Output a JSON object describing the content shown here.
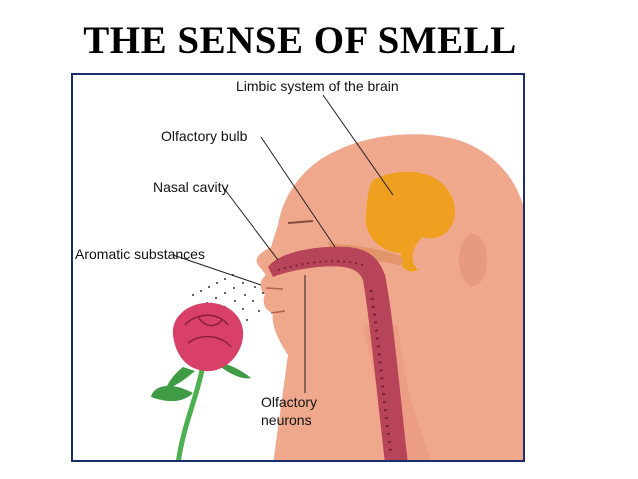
{
  "title": "THE SENSE OF SMELL",
  "labels": {
    "limbic": "Limbic system of the brain",
    "bulb": "Olfactory bulb",
    "nasal": "Nasal cavity",
    "aromatic": "Aromatic substances",
    "neurons_line1": "Olfactory",
    "neurons_line2": "neurons"
  },
  "colors": {
    "frame": "#1c2d6e",
    "skin": "#f0a88c",
    "skin_dark": "#d98a70",
    "limbic": "#f0a020",
    "cavity": "#b8445a",
    "rose": "#d8406a",
    "stem": "#4caf50"
  }
}
